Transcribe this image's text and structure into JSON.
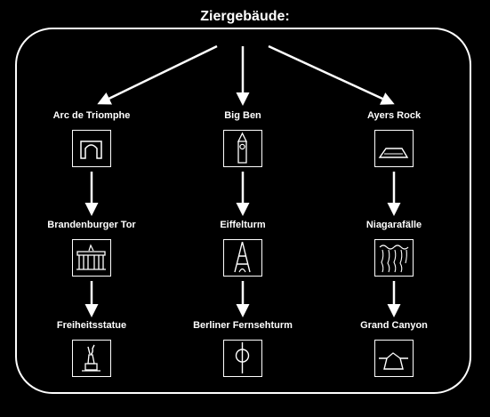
{
  "title": "Ziergebäude:",
  "columns": [
    {
      "items": [
        {
          "label": "Arc de Triomphe",
          "icon": "arch-icon"
        },
        {
          "label": "Brandenburger Tor",
          "icon": "gate-icon"
        },
        {
          "label": "Freiheitsstatue",
          "icon": "statue-icon"
        }
      ]
    },
    {
      "items": [
        {
          "label": "Big Ben",
          "icon": "clock-tower-icon"
        },
        {
          "label": "Eiffelturm",
          "icon": "eiffel-tower-icon"
        },
        {
          "label": "Berliner Fernsehturm",
          "icon": "tv-tower-icon"
        }
      ]
    },
    {
      "items": [
        {
          "label": "Ayers Rock",
          "icon": "rock-icon"
        },
        {
          "label": "Niagarafälle",
          "icon": "waterfall-icon"
        },
        {
          "label": "Grand Canyon",
          "icon": "canyon-icon"
        }
      ]
    }
  ]
}
